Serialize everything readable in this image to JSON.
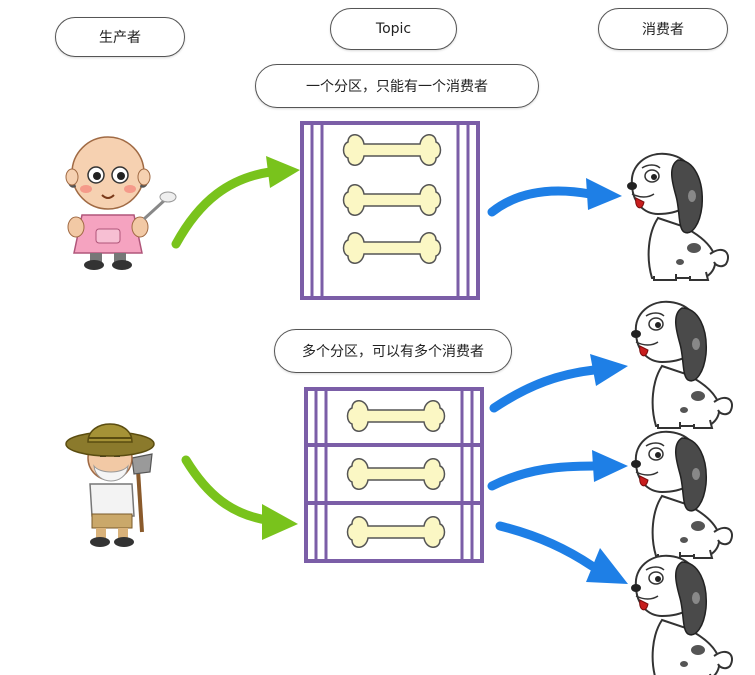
{
  "labels": {
    "producer": "生产者",
    "topic": "Topic",
    "consumer": "消费者",
    "note_single": "一个分区，只能有一个消费者",
    "note_multi": "多个分区，可以有多个消费者"
  },
  "colors": {
    "partition_border": "#7b5ea7",
    "bone_fill": "#fbf7c4",
    "bone_stroke": "#555555",
    "producer_arrow": "#79c31c",
    "consumer_arrow": "#1e7fe6"
  },
  "icons": {
    "producers": [
      "bald-grandpa-icon",
      "farmer-with-axe-icon"
    ],
    "consumers": [
      "spotted-dog-icon"
    ]
  },
  "scenarios": [
    {
      "partitions": 1,
      "consumers": 1,
      "bones_per_partition": 3
    },
    {
      "partitions": 3,
      "consumers": 3,
      "bones_per_partition": 1
    }
  ]
}
